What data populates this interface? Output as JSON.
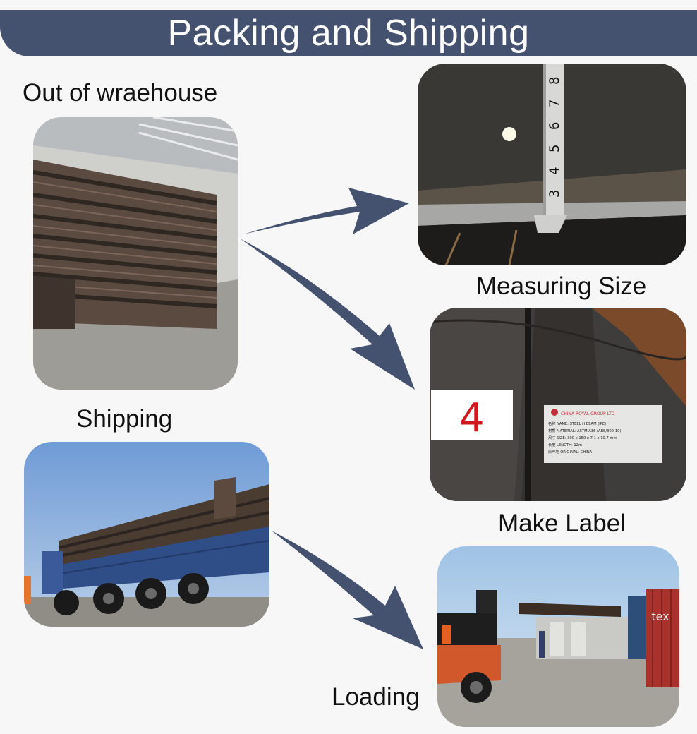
{
  "header": {
    "title": "Packing and Shipping"
  },
  "captions": {
    "warehouse": "Out of wraehouse",
    "measuring": "Measuring Size",
    "label": "Make Label",
    "shipping": "Shipping",
    "loading": "Loading"
  },
  "label_sheet": {
    "number": "4",
    "company": "CHINA ROYAL GROUP LTD",
    "lines": [
      "名称 NAME: STEEL H BEAM (IPE)",
      "材质 MATERIAL: ASTM A36 (ABS/300-10)",
      "尺寸 SIZE: 300 x 150 x 7.1 x 10.7 mm",
      "长度 LENGTH: 12m",
      "原产地 ORIGINAL: CHINA"
    ]
  },
  "tape_digits": [
    "3",
    "4",
    "5",
    "6",
    "7",
    "8"
  ],
  "container_text": "tex",
  "colors": {
    "banner": "#45526f",
    "arrow": "#45526f",
    "label_number": "#d0181e"
  }
}
